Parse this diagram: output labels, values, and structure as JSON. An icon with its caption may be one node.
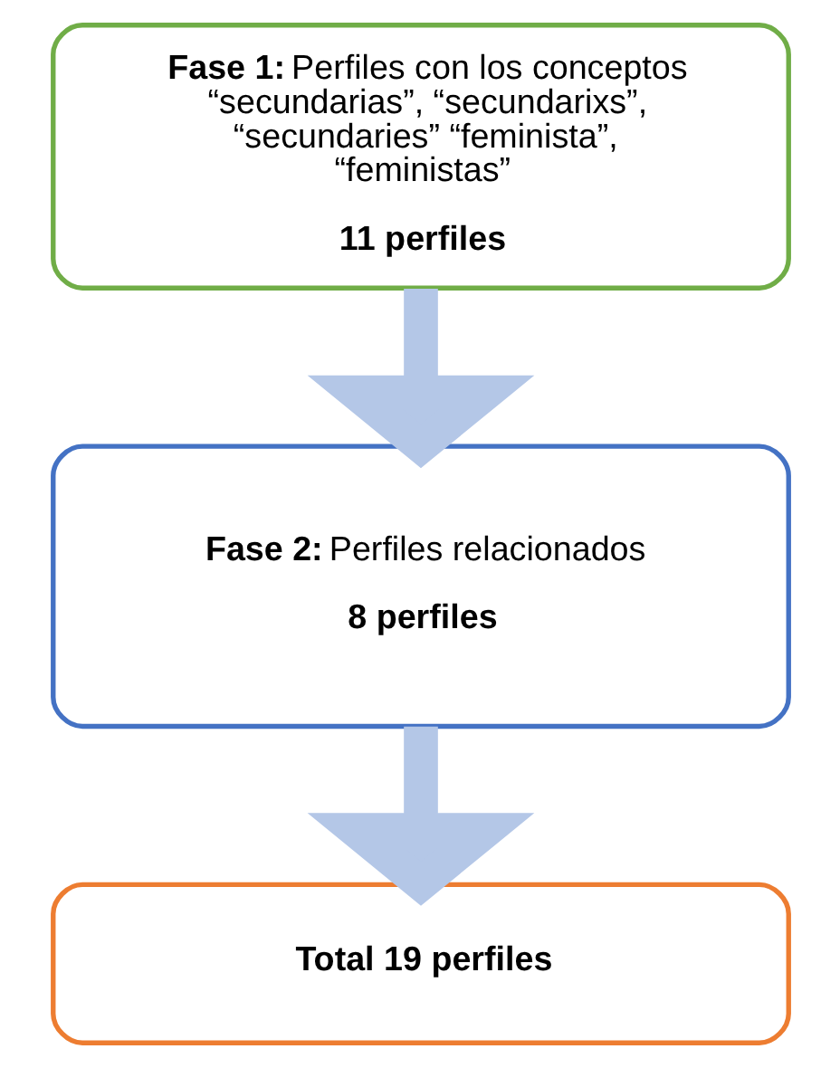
{
  "diagram": {
    "nodes": [
      {
        "text": [
          "**Fase 1:** Perfiles con los conceptos “secundarias”, “secundarixs”, “secundaries” “feminista”, “feministas”",
          "11 perfiles"
        ]
      },
      {
        "text": [
          "**Fase 2:** Perfiles relacionados",
          "8 perfiles"
        ]
      },
      {
        "text": [
          "Total 19 perfiles"
        ]
      }
    ],
    "edges": [
      {
        "from": 0,
        "to": 1,
        "arrow": "to"
      },
      {
        "from": 1,
        "to": 2,
        "arrow": "to"
      }
    ]
  }
}
